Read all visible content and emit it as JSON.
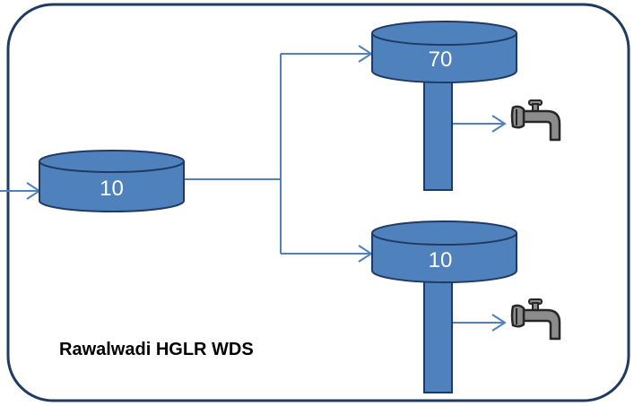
{
  "title": "Rawalwadi HGLR WDS",
  "tanks": {
    "source": {
      "value": "10"
    },
    "upper": {
      "value": "70"
    },
    "lower": {
      "value": "10"
    }
  },
  "icons": {
    "tap": "water-tap-icon"
  },
  "colors": {
    "tank_fill": "#4f81bd",
    "tank_stroke": "#1f3a63",
    "pipe": "#4f81bd",
    "frame": "#1f3a63",
    "tap_fill": "#8c8c8c",
    "tap_stroke": "#262626"
  }
}
